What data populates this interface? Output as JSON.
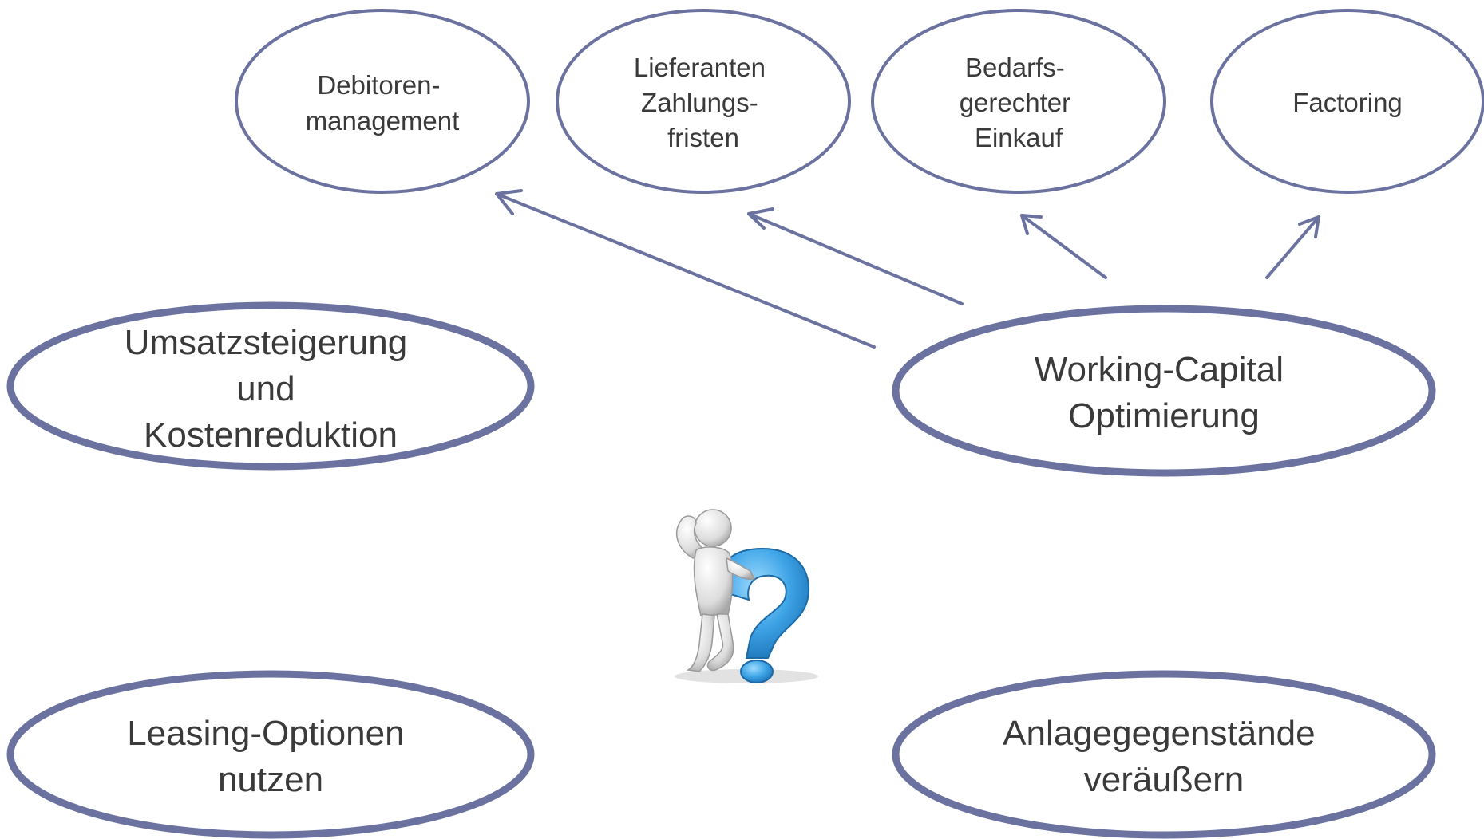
{
  "colors": {
    "outline": "#6b72a0",
    "arrow": "#6b72a0",
    "text": "#3a3a3a",
    "figure_body": "#e8e8e8",
    "question_mark": "#3ea4e6"
  },
  "bubbles": {
    "debitoren": {
      "lines": [
        "Debitoren-",
        "management"
      ]
    },
    "lieferanten": {
      "lines": [
        "Lieferanten",
        "Zahlungs-",
        "fristen"
      ]
    },
    "bedarfs": {
      "lines": [
        "Bedarfs-",
        "gerechter",
        "Einkauf"
      ]
    },
    "factoring": {
      "lines": [
        "Factoring"
      ]
    },
    "umsatz": {
      "lines": [
        "Umsatzsteigerung",
        "und",
        "Kostenreduktion"
      ]
    },
    "working_capital": {
      "lines": [
        "Working-Capital",
        "Optimierung"
      ]
    },
    "leasing": {
      "lines": [
        "Leasing-Optionen",
        "nutzen"
      ]
    },
    "anlage": {
      "lines": [
        "Anlagegegenstände",
        "veräußern"
      ]
    }
  },
  "figure": {
    "icon": "thinking-person-with-question-mark-icon"
  }
}
